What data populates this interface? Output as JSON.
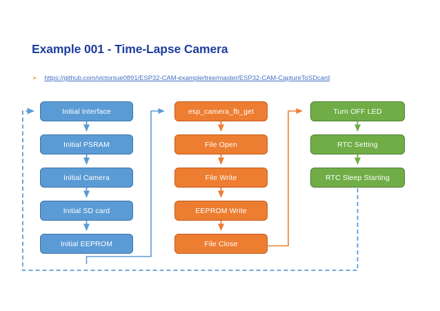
{
  "slide": {
    "title": "Example 001 - Time-Lapse Camera",
    "bullet_marker": "➢",
    "link_text": "https://github.com/victorsue0891/ESP32-CAM-example/tree/master/ESP32-CAM-CaptureToSDcard"
  },
  "colors": {
    "title": "#1F3F9E",
    "link": "#4472C4",
    "bullet": "#E08A3C",
    "blue": "#5B9BD5",
    "blue_border": "#3A74A8",
    "orange": "#ED7D31",
    "orange_border": "#C05A18",
    "green": "#70AD47",
    "green_border": "#4E7C31",
    "background": "#FFFFFF"
  },
  "flowchart": {
    "columns": [
      {
        "name": "initialization",
        "color": "blue",
        "nodes": [
          {
            "label": "Initial Interface"
          },
          {
            "label": "Initial PSRAM"
          },
          {
            "label": "Initial Camera"
          },
          {
            "label": "Initial SD card"
          },
          {
            "label": "Initial EEPROM"
          }
        ]
      },
      {
        "name": "capture-and-store",
        "color": "orange",
        "nodes": [
          {
            "label": "esp_camera_fb_get"
          },
          {
            "label": "File Open"
          },
          {
            "label": "File Write"
          },
          {
            "label": "EEPROM Write"
          },
          {
            "label": "File Close"
          }
        ]
      },
      {
        "name": "sleep-sequence",
        "color": "green",
        "nodes": [
          {
            "label": "Turn OFF LED"
          },
          {
            "label": "RTC Setting"
          },
          {
            "label": "RTC Sleep Starting"
          }
        ]
      }
    ]
  }
}
